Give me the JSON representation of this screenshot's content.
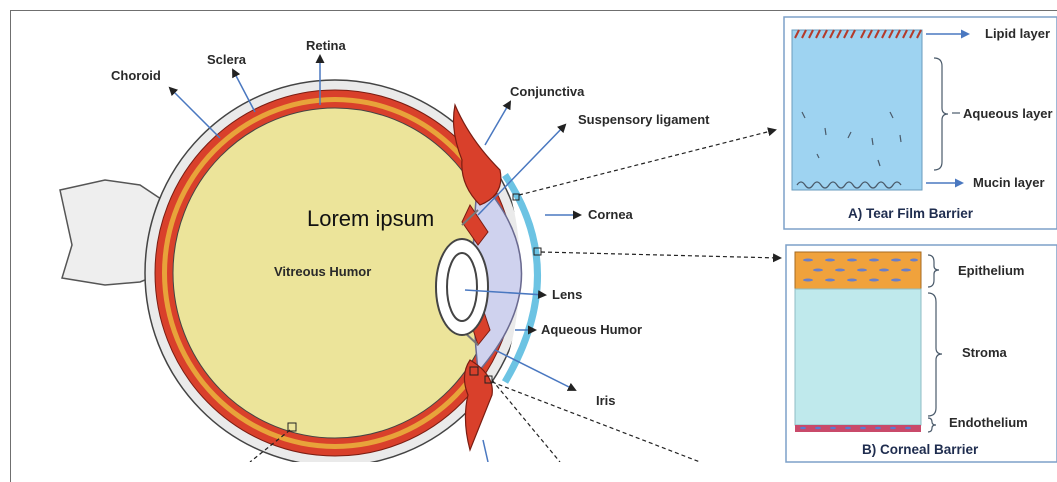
{
  "overlay_text": "Lorem ipsum",
  "eye": {
    "labels": {
      "choroid": "Choroid",
      "sclera": "Sclera",
      "retina": "Retina",
      "conjunctiva": "Conjunctiva",
      "suspensory": "Suspensory ligament",
      "cornea": "Cornea",
      "vitreous": "Vitreous Humor",
      "lens": "Lens",
      "aqueous": "Aqueous Humor",
      "iris": "Iris"
    }
  },
  "tear_film": {
    "caption": "A) Tear Film Barrier",
    "labels": {
      "lipid": "Lipid layer",
      "aqueous": "Aqueous layer",
      "mucin": "Mucin layer"
    }
  },
  "corneal": {
    "caption": "B) Corneal Barrier",
    "labels": {
      "epithelium": "Epithelium",
      "stroma": "Stroma",
      "endothelium": "Endothelium"
    }
  },
  "colors": {
    "vitreous": "#ece49a",
    "sclera": "#eaeaea",
    "retina_red": "#d9402b",
    "choroid_orange": "#e8a33a",
    "cornea": "#cfd2ee",
    "cornea_edge": "#6cc3e3",
    "arrow": "#4a78c0",
    "tear": "#9ed3f1",
    "stroma": "#bfe9ec",
    "epithelium": "#f0a23c"
  }
}
